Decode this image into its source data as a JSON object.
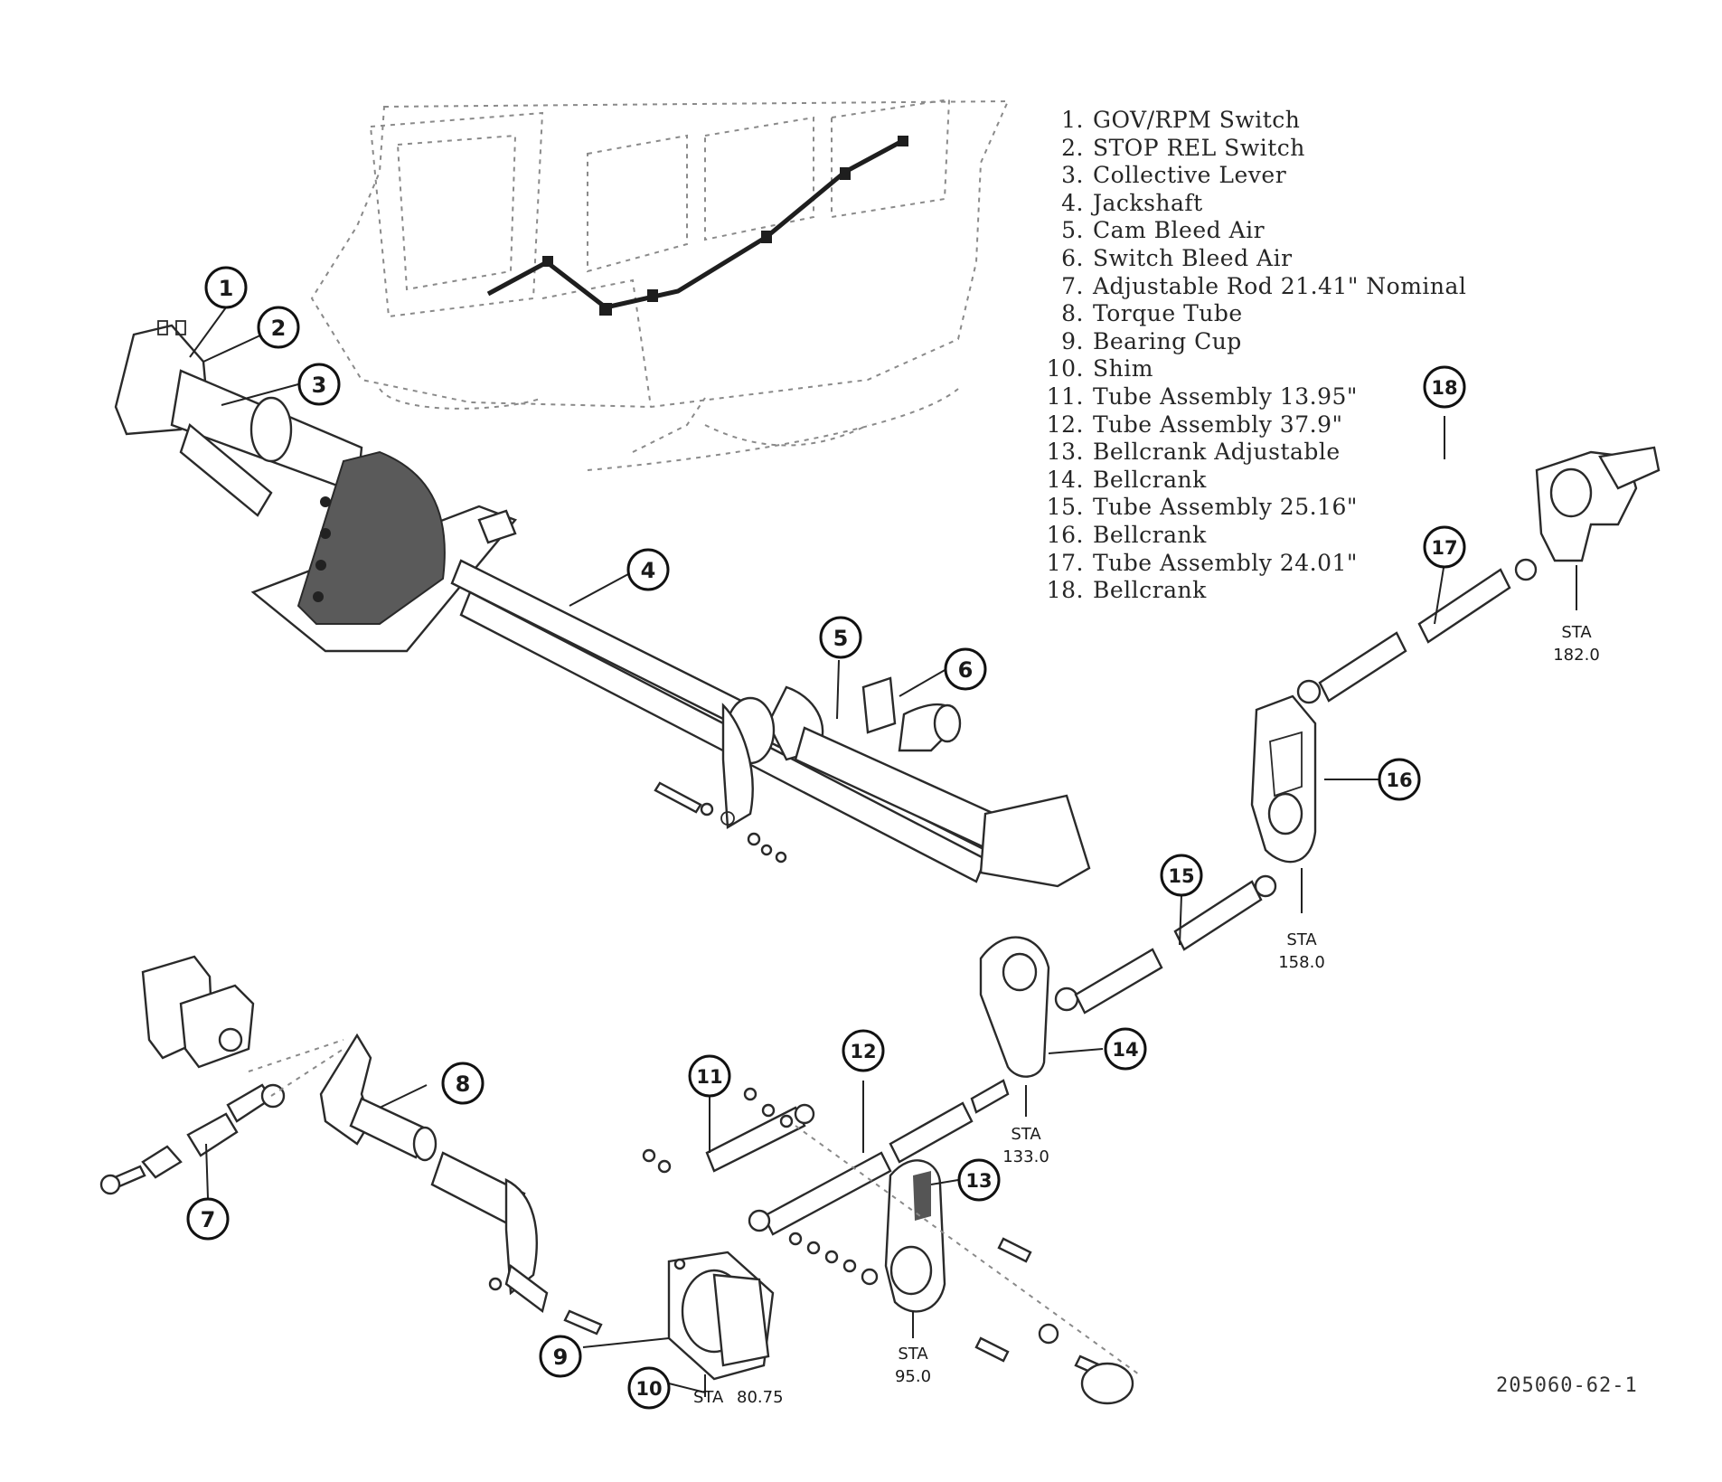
{
  "legend": [
    {
      "num": "1.",
      "label": "GOV/RPM Switch"
    },
    {
      "num": "2.",
      "label": "STOP REL Switch"
    },
    {
      "num": "3.",
      "label": "Collective Lever"
    },
    {
      "num": "4.",
      "label": "Jackshaft"
    },
    {
      "num": "5.",
      "label": "Cam Bleed Air"
    },
    {
      "num": "6.",
      "label": "Switch Bleed Air"
    },
    {
      "num": "7.",
      "label": "Adjustable Rod 21.41\" Nominal"
    },
    {
      "num": "8.",
      "label": "Torque Tube"
    },
    {
      "num": "9.",
      "label": "Bearing Cup"
    },
    {
      "num": "10.",
      "label": "Shim"
    },
    {
      "num": "11.",
      "label": "Tube Assembly 13.95\""
    },
    {
      "num": "12.",
      "label": "Tube Assembly 37.9\""
    },
    {
      "num": "13.",
      "label": "Bellcrank Adjustable"
    },
    {
      "num": "14.",
      "label": "Bellcrank"
    },
    {
      "num": "15.",
      "label": "Tube Assembly 25.16\""
    },
    {
      "num": "16.",
      "label": "Bellcrank"
    },
    {
      "num": "17.",
      "label": "Tube Assembly 24.01\""
    },
    {
      "num": "18.",
      "label": "Bellcrank"
    }
  ],
  "callouts": [
    "1",
    "2",
    "3",
    "4",
    "5",
    "6",
    "7",
    "8",
    "9",
    "10",
    "11",
    "12",
    "13",
    "14",
    "15",
    "16",
    "17",
    "18"
  ],
  "stations": [
    {
      "sta": "STA",
      "value": "182.0"
    },
    {
      "sta": "STA",
      "value": "158.0"
    },
    {
      "sta": "STA",
      "value": "133.0"
    },
    {
      "sta": "STA",
      "value": "95.0"
    },
    {
      "sta": "STA",
      "value": "80.75"
    }
  ],
  "figure_ref": "205060-62-1"
}
